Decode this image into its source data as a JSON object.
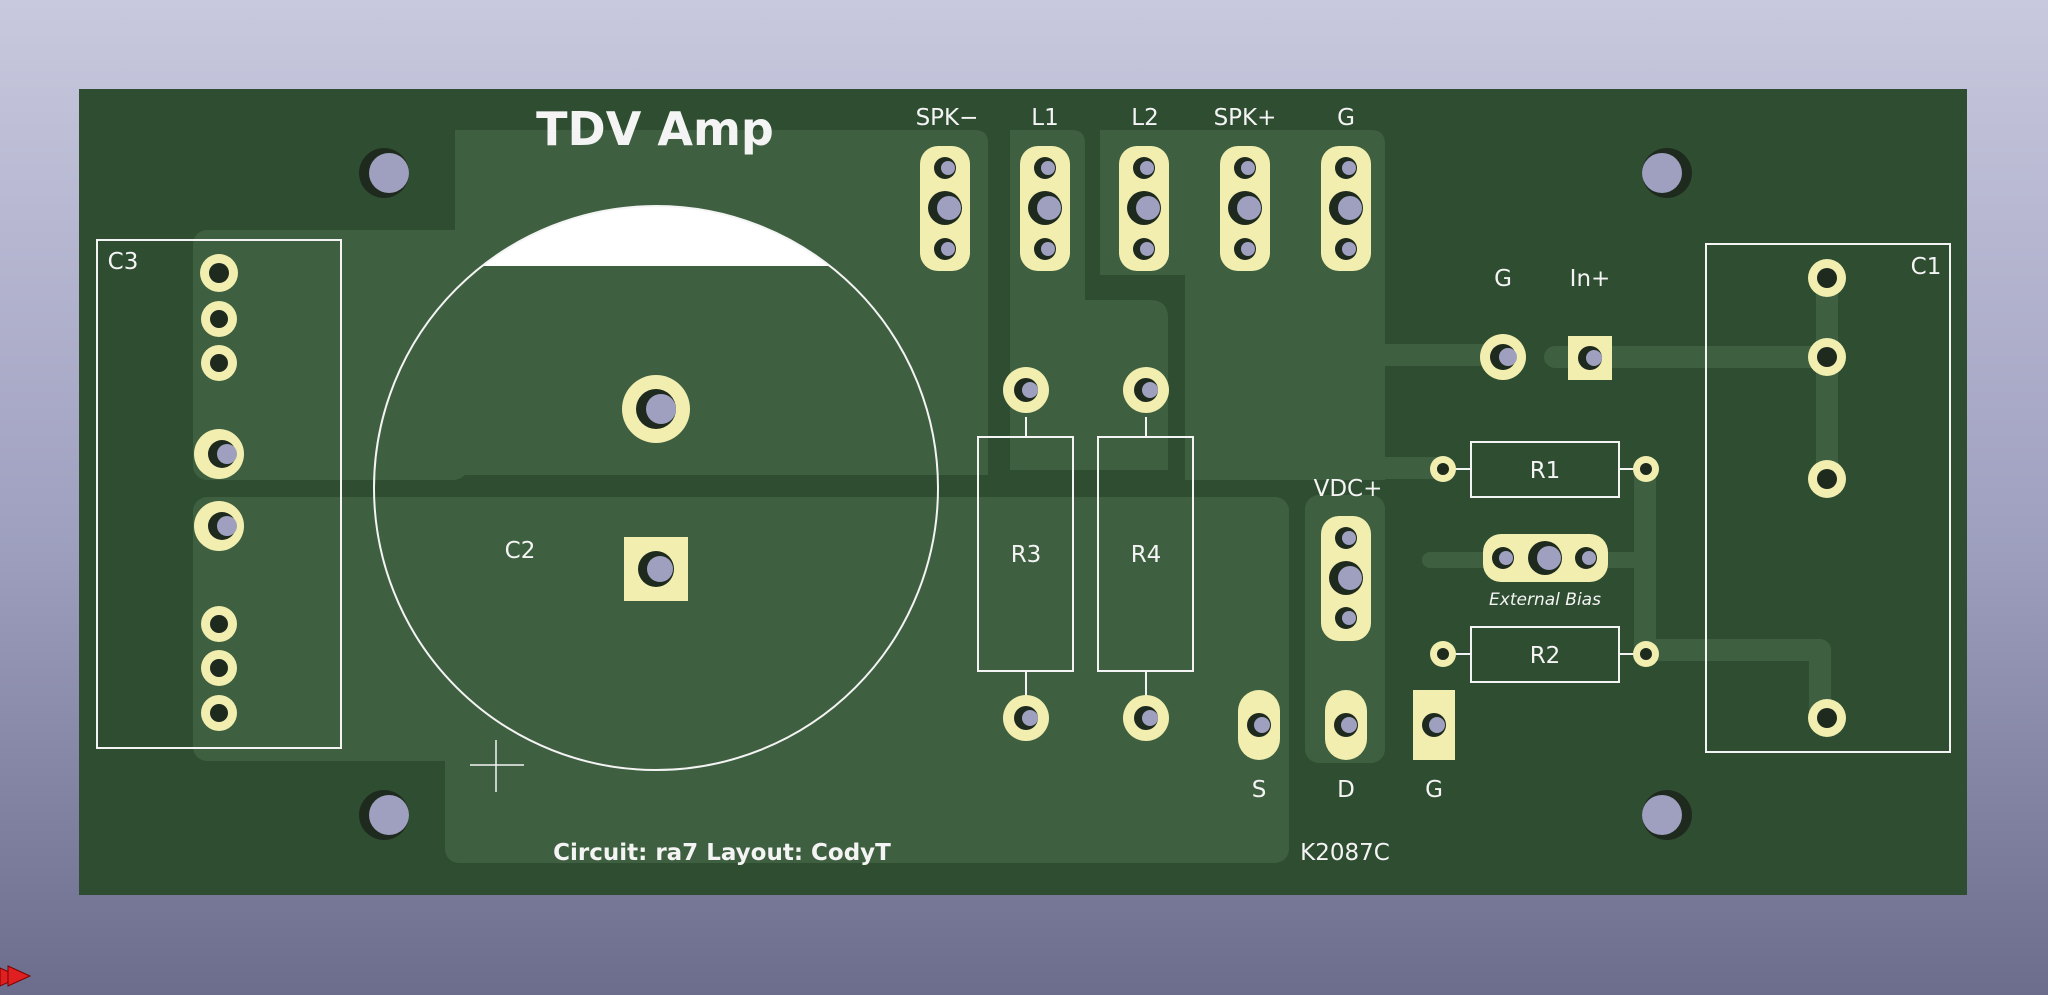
{
  "board": {
    "title": "TDV Amp",
    "credits": "Circuit: ra7  Layout: CodyT",
    "board_id": "K2087C",
    "colors": {
      "background_top": "#c8c8de",
      "background_bottom": "#6c6d8c",
      "substrate": "#2e4d31",
      "copper_pour": "#3f6040",
      "pad": "#f1eeb0",
      "silkscreen": "#f4f4f4",
      "drill": "#9fa0c0",
      "axis_marker": "#e02020"
    }
  },
  "labels": {
    "spk_minus": "SPK−",
    "l1": "L1",
    "l2": "L2",
    "spk_plus": "SPK+",
    "g_top": "G",
    "g_input": "G",
    "in_plus": "In+",
    "c1": "C1",
    "c2": "C2",
    "c3": "C3",
    "r1": "R1",
    "r2": "R2",
    "r3": "R3",
    "r4": "R4",
    "vdc_plus": "VDC+",
    "external_bias": "External Bias",
    "s": "S",
    "d": "D",
    "g_bottom": "G"
  },
  "icons": {
    "origin_marker": "cross-icon",
    "axis_marker": "red-triangle-icon"
  }
}
